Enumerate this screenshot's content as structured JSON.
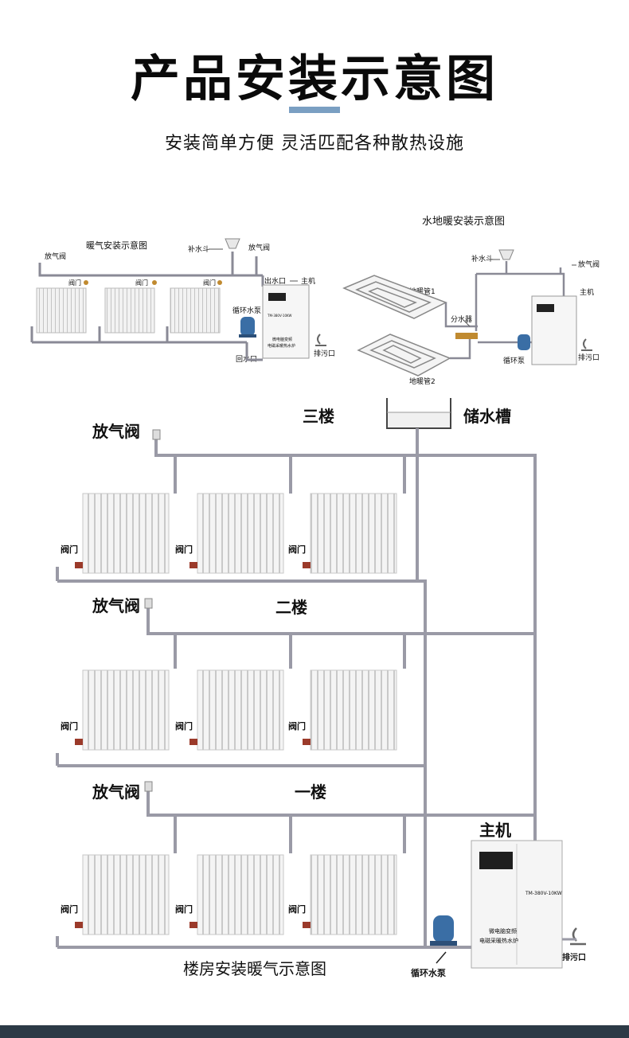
{
  "header": {
    "title": "产品安装示意图",
    "subtitle": "安装简单方便 灵活匹配各种散热设施"
  },
  "radiator_diagram": {
    "title": "暖气安装示意图",
    "labels": {
      "vent": "放气阀",
      "makeup_funnel": "补水斗",
      "vent_right": "放气阀",
      "outlet": "出水口",
      "main_unit": "主机",
      "pump": "循环水泵",
      "return": "回水口",
      "drain": "排污口",
      "valve": "阀门"
    },
    "unit_text": [
      "微电脑变频",
      "电磁采暖热水炉"
    ],
    "unit_model": "TM-380V-10KW"
  },
  "floor_diagram": {
    "title": "水地暖安装示意图",
    "labels": {
      "makeup_funnel": "补水斗",
      "vent": "放气阀",
      "pipe1": "地暖管1",
      "pipe2": "地暖管2",
      "manifold": "分水器",
      "main_unit": "主机",
      "pump": "循环泵",
      "drain": "排污口"
    }
  },
  "building_diagram": {
    "caption": "楼房安装暖气示意图",
    "tank": "储水槽",
    "floors": [
      "三楼",
      "二楼",
      "一楼"
    ],
    "vent": "放气阀",
    "valve": "阀门",
    "main_unit": "主机",
    "pump": "循环水泵",
    "drain": "排污口",
    "unit_model": "TM-380V-10KW",
    "unit_text": [
      "微电脑变频",
      "电磁采暖热水炉"
    ]
  },
  "colors": {
    "pipe": "#8a8a96",
    "accent_bar": "#7a9fc2",
    "footer": "#2c3a46",
    "pump": "#3a6ea5",
    "valve": "#9b3a2a"
  }
}
